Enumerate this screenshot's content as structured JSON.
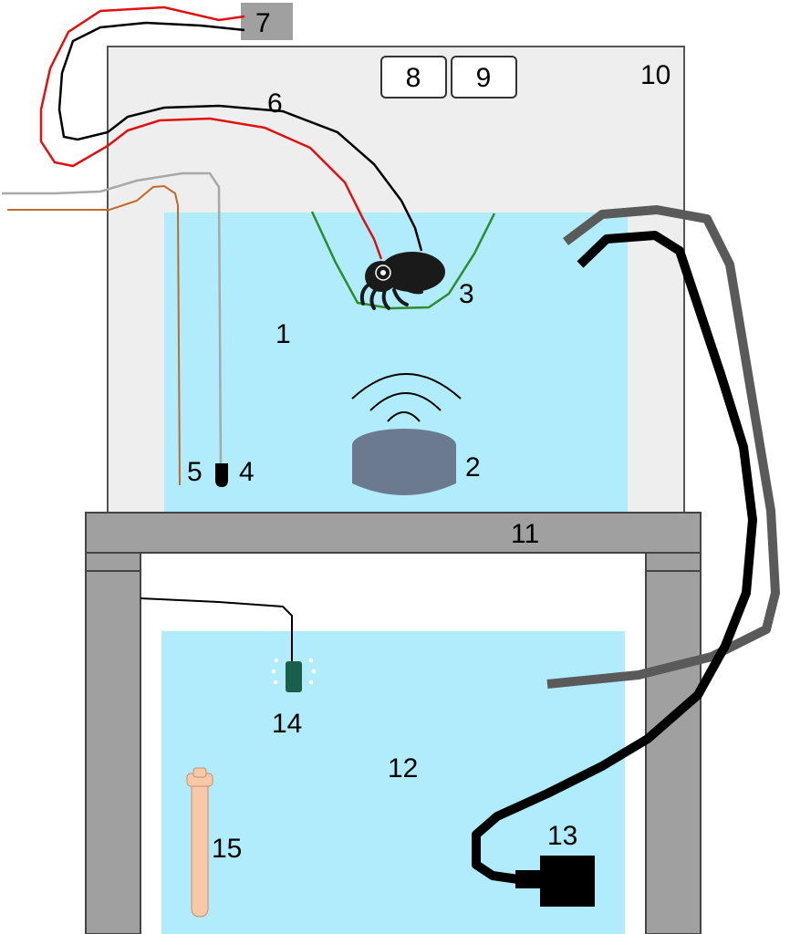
{
  "labels": {
    "main_tank": "1",
    "speaker": "2",
    "specimen_net": "3",
    "probe_a": "4",
    "probe_b": "5",
    "cables": "6",
    "recorder": "7",
    "box_8": "8",
    "box_9": "9",
    "enclosure": "10",
    "table": "11",
    "sump_tank": "12",
    "pump": "13",
    "air_stone": "14",
    "heater": "15"
  },
  "colors": {
    "water": "#b0ecfb",
    "enclosure": "#eeeeee",
    "table": "#a0a0a0",
    "speaker": "#6b7a8f",
    "net": "#2e8b2e",
    "red_wire": "#e01010",
    "grey_tube": "#5a5a5a",
    "black_tube": "#000000",
    "air_stone": "#1b5e4a",
    "heater": "#f8c8a8",
    "brown_wire": "#c06a2a",
    "grey_wire": "#a8a8a8"
  }
}
